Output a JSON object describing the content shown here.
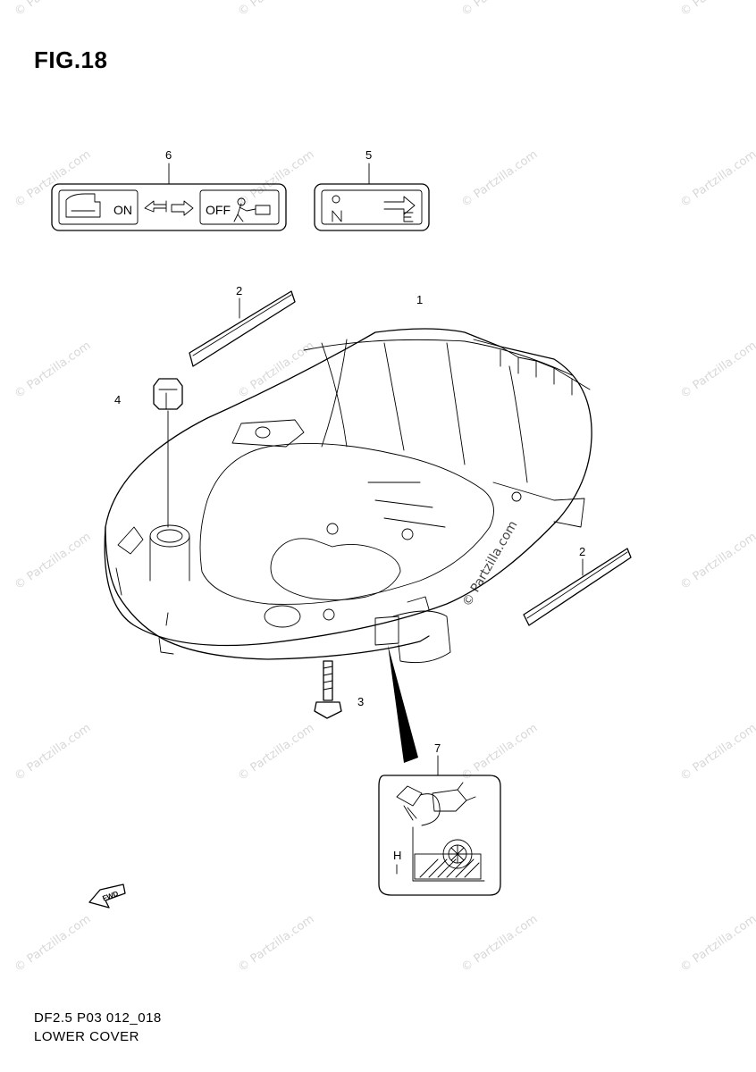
{
  "figure": {
    "title": "FIG.18"
  },
  "footer": {
    "code": "DF2.5 P03 012_018",
    "name": "LOWER COVER"
  },
  "labels": {
    "on_off": {
      "on": "ON",
      "off": "OFF"
    },
    "fwd": "FWD",
    "oil_level": "H"
  },
  "callouts": [
    "1",
    "2",
    "2",
    "3",
    "4",
    "5",
    "6",
    "7"
  ],
  "watermark": "© Partzilla.com"
}
